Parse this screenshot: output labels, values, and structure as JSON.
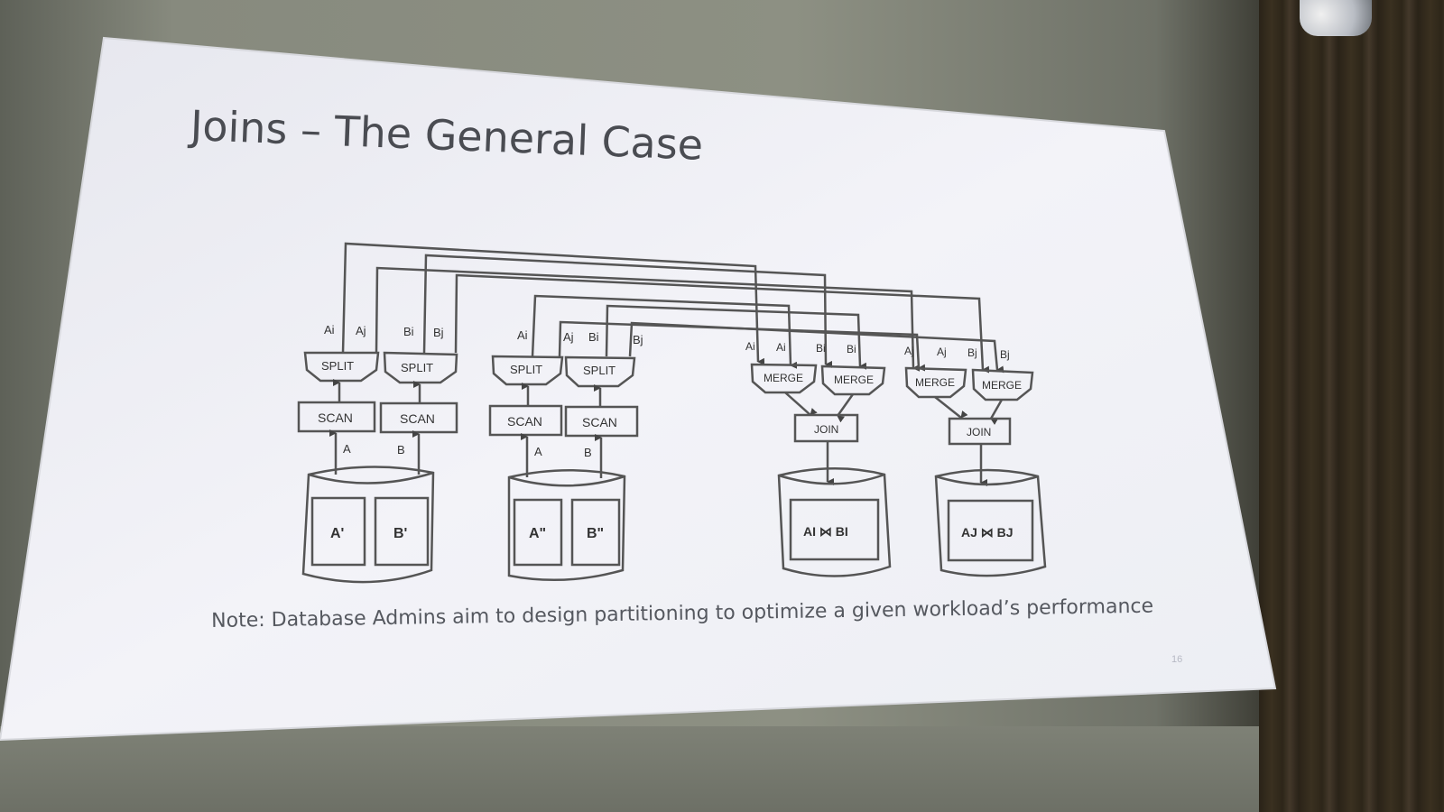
{
  "slide": {
    "title": "Joins – The General Case",
    "note": "Note: Database Admins aim to design partitioning to optimize a given workload’s performance",
    "page_number": "16"
  },
  "diagram": {
    "split_label": "SPLIT",
    "scan_label": "SCAN",
    "merge_label": "MERGE",
    "join_label": "JOIN",
    "site1": {
      "split_left": [
        "Ai",
        "Aj"
      ],
      "split_right": [
        "Bi",
        "Bj"
      ],
      "scan_left_in": "A",
      "scan_right_in": "B",
      "part_left": "A'",
      "part_right": "B'"
    },
    "site2": {
      "split_left": [
        "Ai",
        "Aj"
      ],
      "split_right": [
        "Bi",
        "Bj"
      ],
      "scan_left_in": "A",
      "scan_right_in": "B",
      "part_left": "A\"",
      "part_right": "B\""
    },
    "site3": {
      "merge_left": [
        "Ai",
        "Ai"
      ],
      "merge_right": [
        "Bi",
        "Bi"
      ],
      "result": "AI ⋈ BI"
    },
    "site4": {
      "merge_left": [
        "Aj",
        "Aj"
      ],
      "merge_right": [
        "Bj",
        "Bj"
      ],
      "result": "AJ ⋈ BJ"
    }
  }
}
